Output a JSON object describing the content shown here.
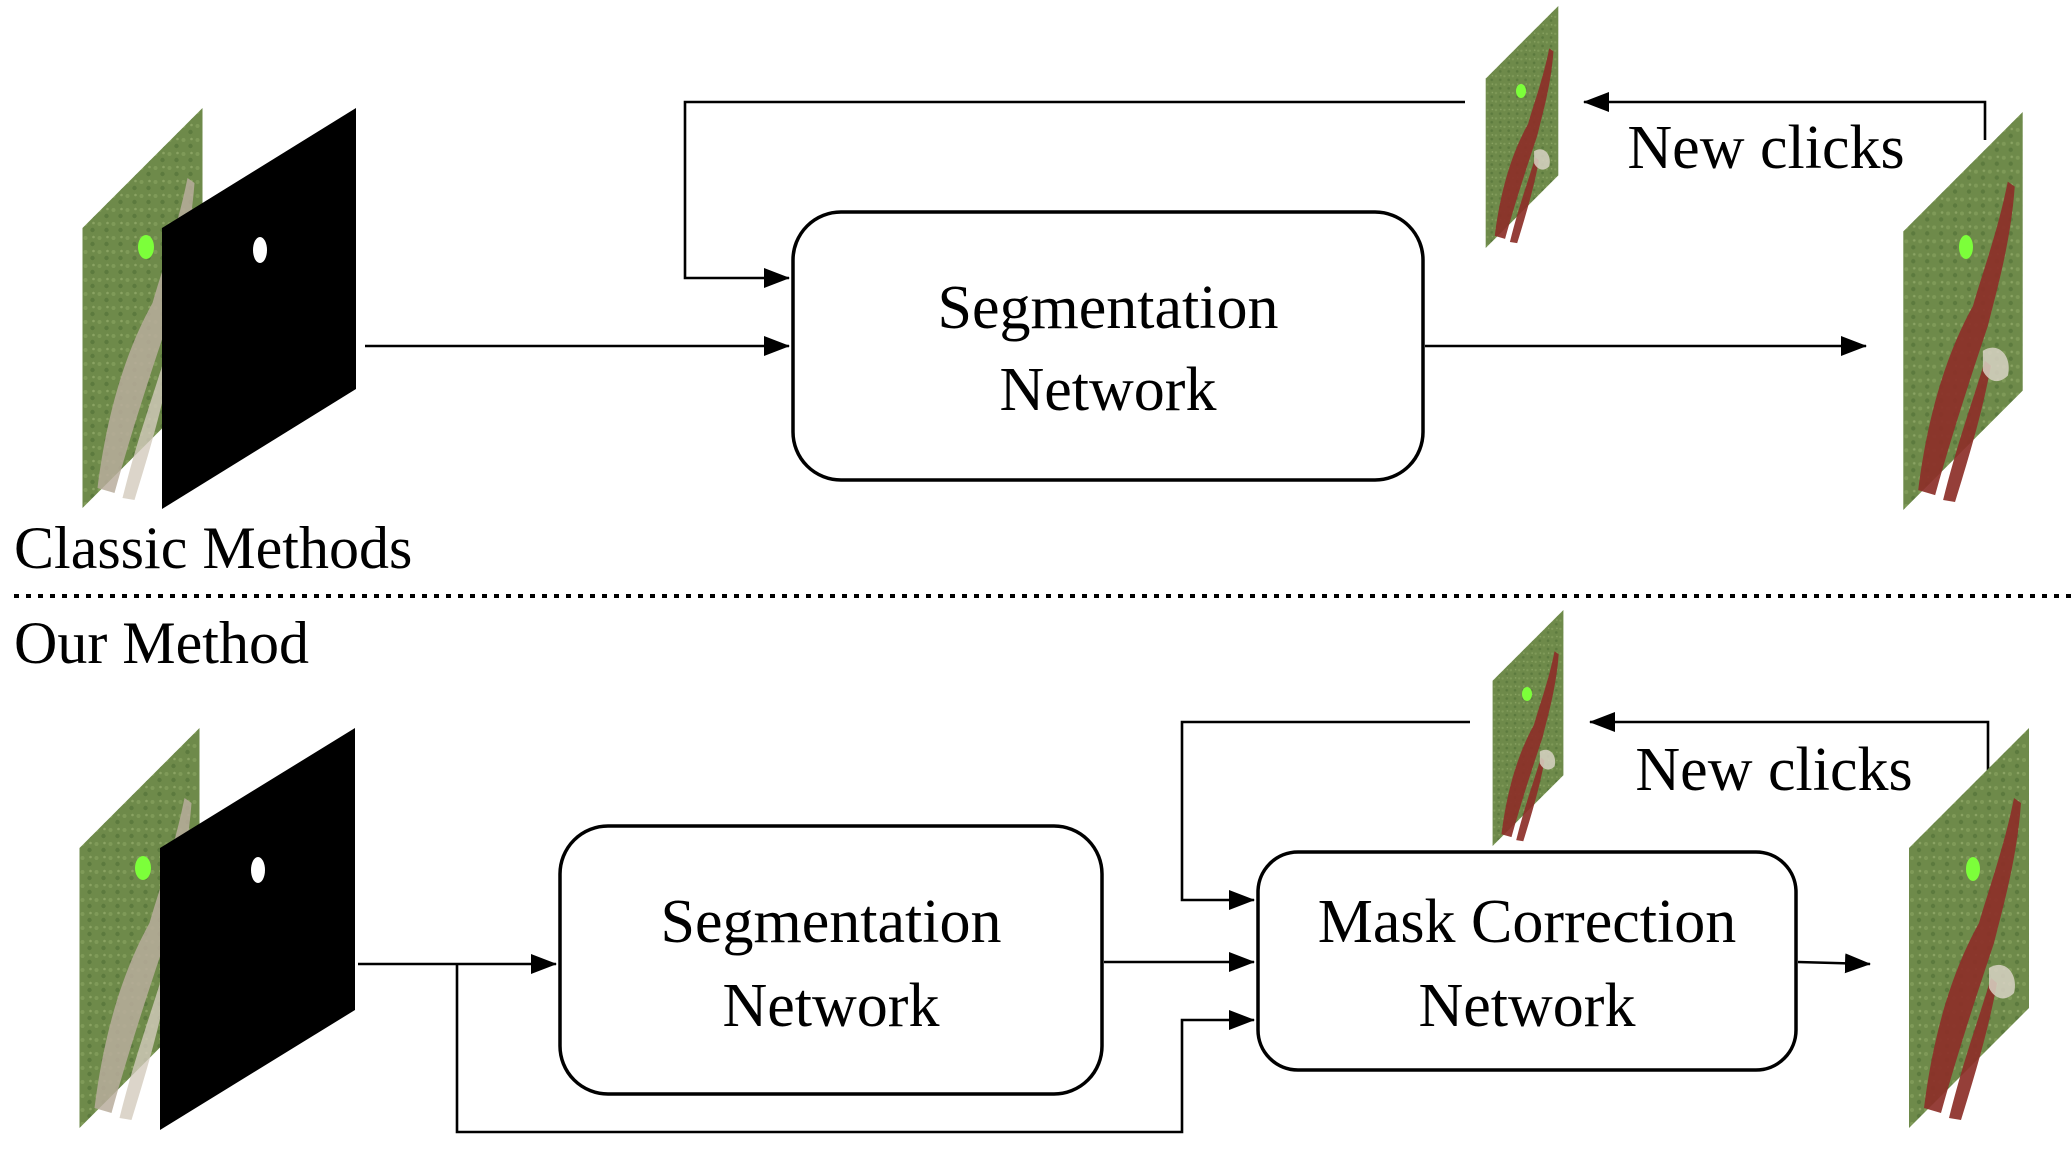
{
  "sections": {
    "classic": {
      "title": "Classic Methods"
    },
    "ours": {
      "title": "Our Method"
    }
  },
  "classic_pipeline": {
    "segmentation_box": {
      "line1": "Segmentation",
      "line2": "Network"
    },
    "feedback_label": "New clicks"
  },
  "our_pipeline": {
    "segmentation_box": {
      "line1": "Segmentation",
      "line2": "Network"
    },
    "mask_correction_box": {
      "line1": "Mask Correction",
      "line2": "Network"
    },
    "feedback_label": "New clicks"
  },
  "colors": {
    "grass": "#6e8a4a",
    "mask_overlay": "#8c2f28",
    "click_marker": "#7cff3a",
    "mask_background": "#000000"
  }
}
